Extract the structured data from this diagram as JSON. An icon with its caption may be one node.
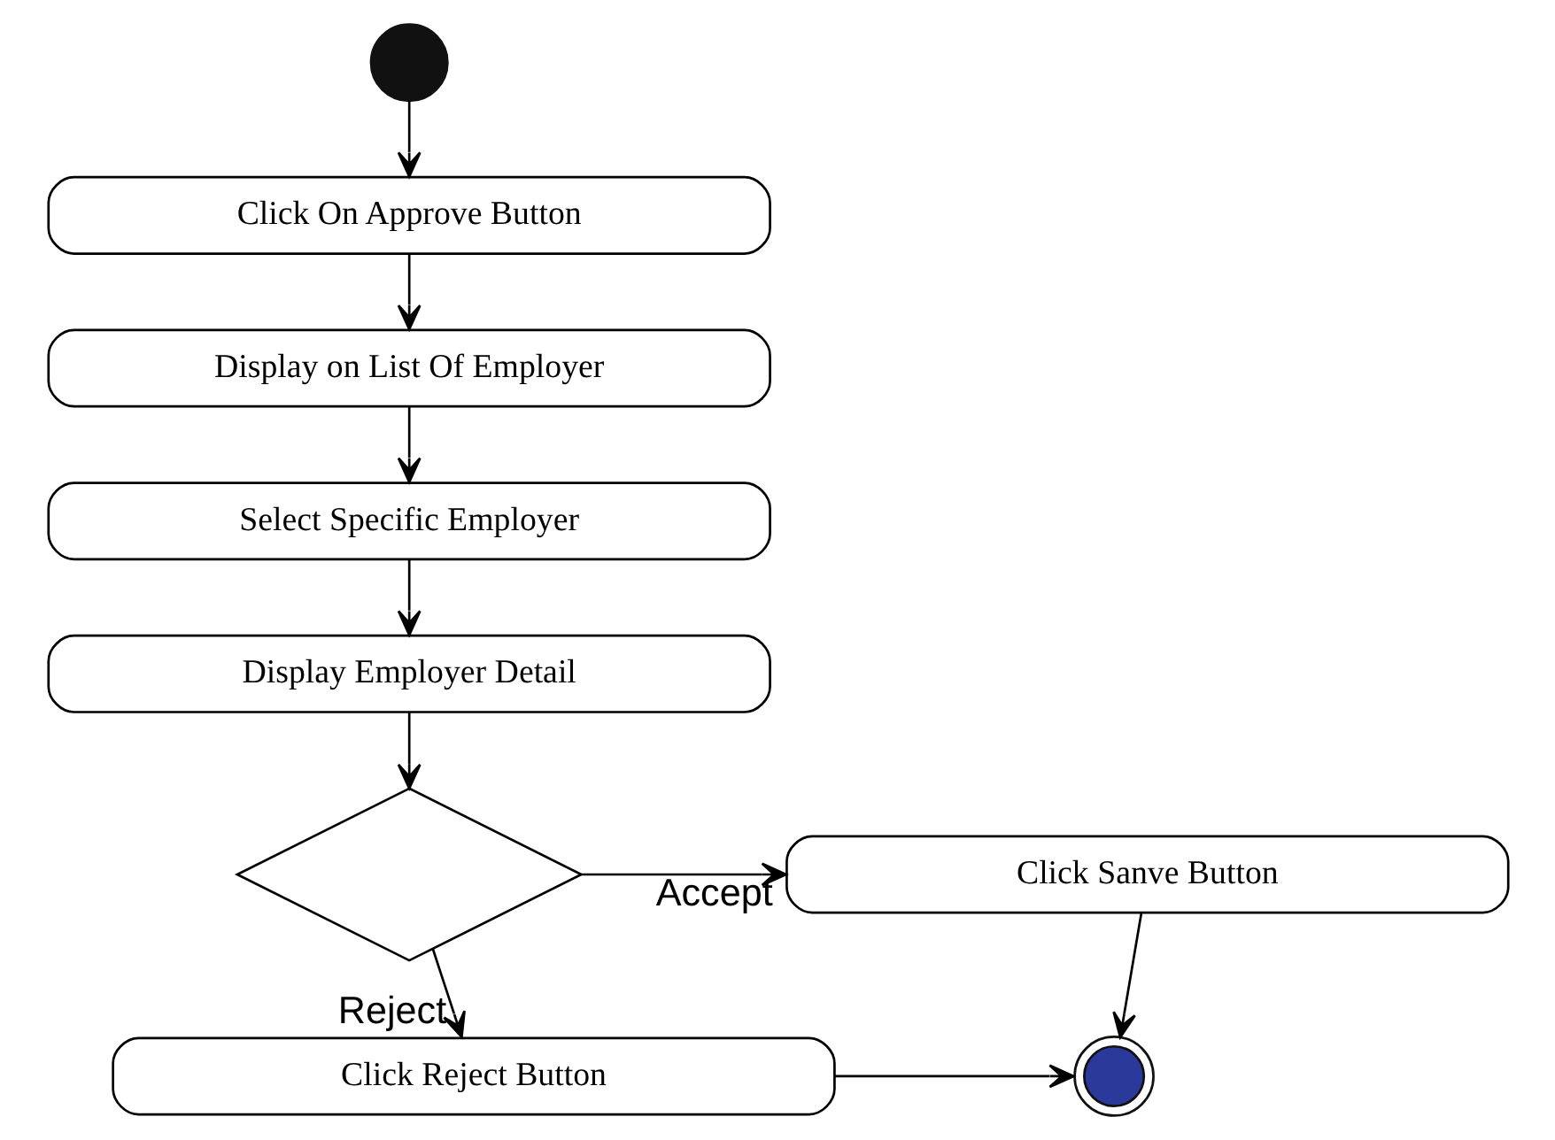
{
  "diagram": {
    "nodes": [
      {
        "text": [],
        "shape": "circle"
      },
      {
        "text": [
          "Click On Approve Button"
        ]
      },
      {
        "text": [
          "Display on List Of Employer"
        ]
      },
      {
        "text": [
          "Select Specific Employer"
        ]
      },
      {
        "text": [
          "Display Employer Detail"
        ]
      },
      {
        "text": [],
        "shape": "diamond"
      },
      {
        "text": [
          "Click Sanve Button"
        ]
      },
      {
        "text": [
          "Click Reject Button"
        ]
      },
      {
        "text": [],
        "shape": "circle"
      }
    ],
    "edges": [
      {
        "from": 0,
        "to": 1,
        "arrow": "to"
      },
      {
        "from": 1,
        "to": 2,
        "arrow": "to"
      },
      {
        "from": 2,
        "to": 3,
        "arrow": "to"
      },
      {
        "from": 3,
        "to": 4,
        "arrow": "to"
      },
      {
        "from": 4,
        "to": 5,
        "arrow": "to"
      },
      {
        "from": 5,
        "to": 6,
        "label": "Accept",
        "arrow": "to"
      },
      {
        "from": 5,
        "to": 7,
        "label": "Reject",
        "arrow": "to"
      },
      {
        "from": 6,
        "to": 8,
        "arrow": "to"
      },
      {
        "from": 7,
        "to": 8,
        "arrow": "to"
      }
    ]
  }
}
